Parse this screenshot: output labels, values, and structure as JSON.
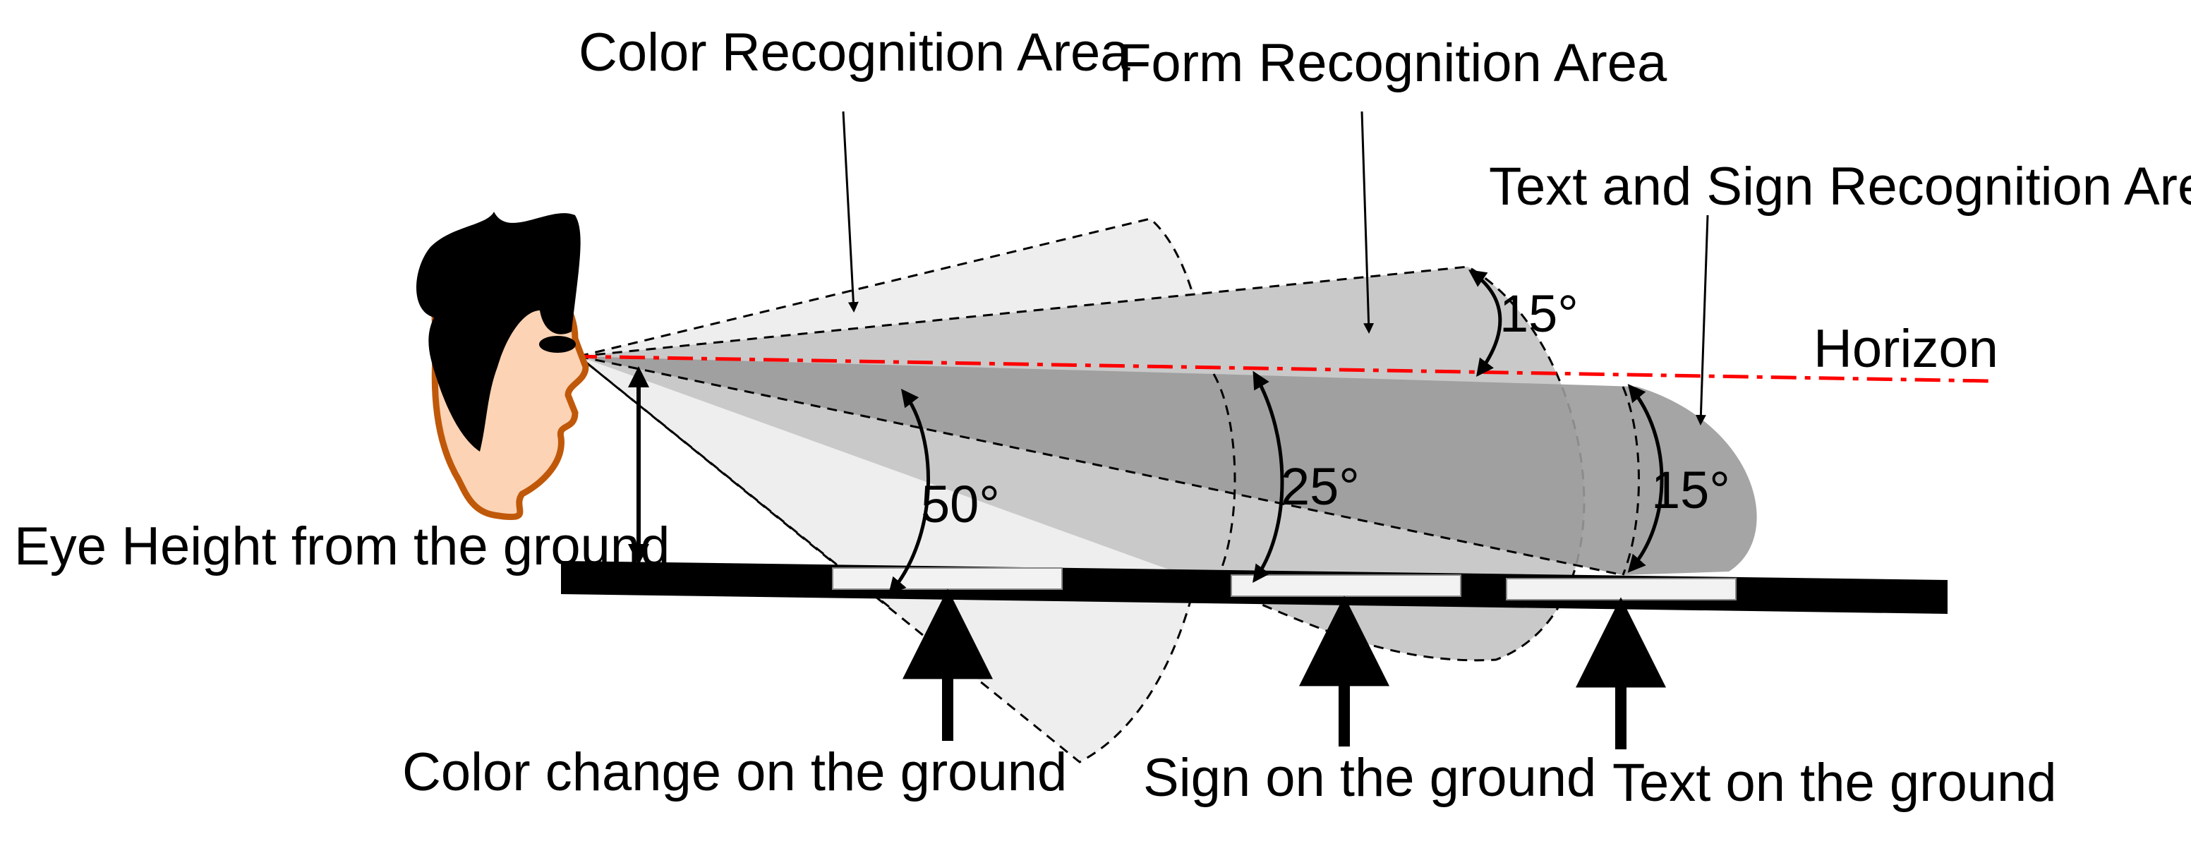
{
  "labels": {
    "color_area": "Color Recognition Area",
    "form_area": "Form Recognition Area",
    "text_sign_area": "Text and Sign Recognition Area",
    "horizon": "Horizon",
    "eye_height": "Eye Height from the ground",
    "color_change": "Color change on the ground",
    "sign_ground": "Sign on the ground",
    "text_ground": "Text on the ground"
  },
  "angles": {
    "color": "50°",
    "form": "25°",
    "text": "15°",
    "upper": "15°"
  },
  "colors": {
    "horizon_line": "#ff0000",
    "skin": "#fcd3b4",
    "skin_outline": "#c0580a",
    "hair": "#000000",
    "ground": "#000000",
    "color_cone": "#eeeeee",
    "form_cone": "#c9c9c9",
    "text_cone": "#9b9b9b"
  }
}
